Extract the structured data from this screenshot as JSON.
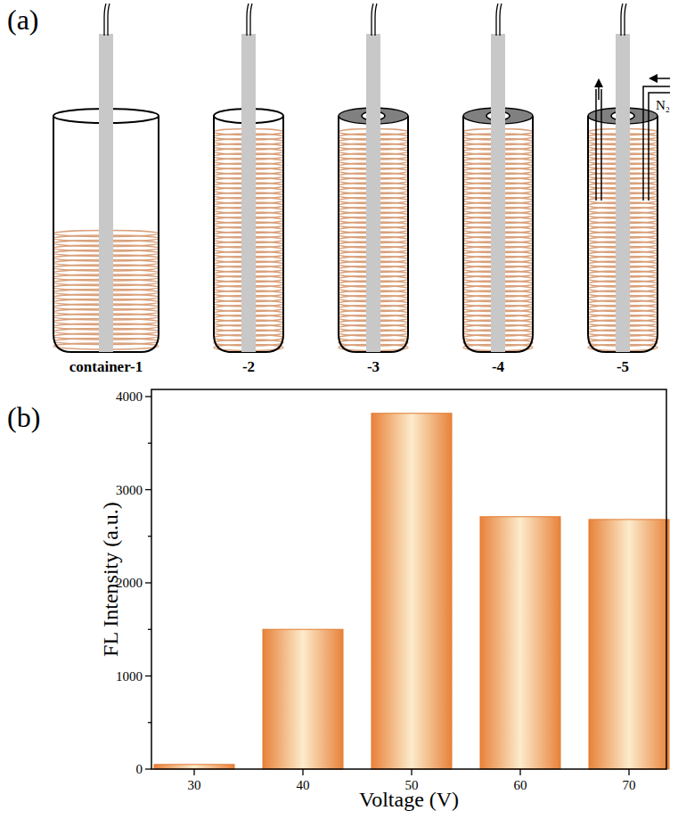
{
  "diagram": {
    "nodes": [
      {
        "text": [
          "container-1"
        ]
      },
      {
        "text": [
          "-2"
        ]
      },
      {
        "text": [
          "-3"
        ]
      },
      {
        "text": [
          "-4"
        ]
      },
      {
        "text": [
          "-5"
        ]
      }
    ],
    "labels": [
      "(a)",
      "N₂",
      "(b)",
      "FL Intensity (a.u.)",
      "Voltage (V)",
      "0",
      "1000",
      "2000",
      "3000",
      "4000",
      "30",
      "40",
      "50",
      "60",
      "70"
    ]
  }
}
